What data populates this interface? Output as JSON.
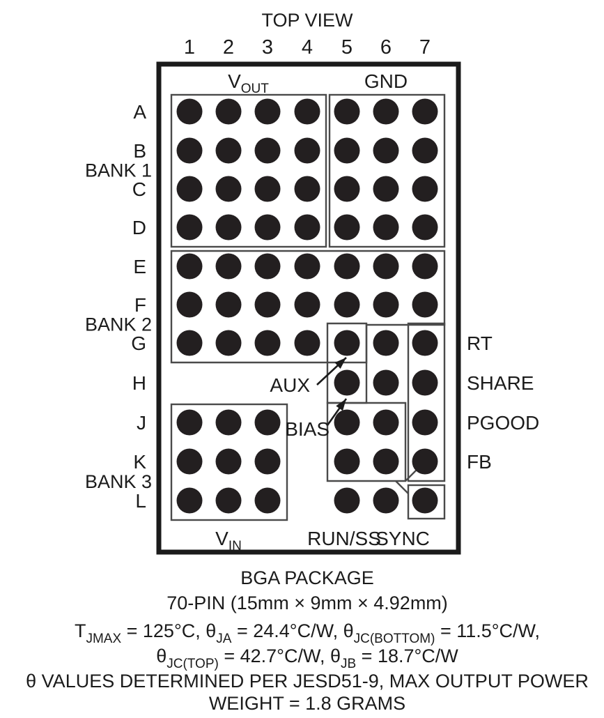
{
  "diagram": {
    "title": "TOP VIEW",
    "view_label": "TOP VIEW",
    "column_numbers": [
      "1",
      "2",
      "3",
      "4",
      "5",
      "6",
      "7"
    ],
    "row_letters": [
      "A",
      "B",
      "C",
      "D",
      "E",
      "F",
      "G",
      "H",
      "J",
      "K",
      "L"
    ],
    "bank_labels": [
      {
        "name": "bank-1",
        "text": "BANK 1"
      },
      {
        "name": "bank-2",
        "text": "BANK 2"
      },
      {
        "name": "bank-3",
        "text": "BANK 3"
      }
    ],
    "top_nets": [
      {
        "name": "vout",
        "base": "V",
        "sub": "OUT"
      },
      {
        "name": "gnd",
        "base": "GND",
        "sub": ""
      }
    ],
    "bottom_nets": [
      {
        "name": "vin",
        "base": "V",
        "sub": "IN"
      },
      {
        "name": "run-ss",
        "base": "RUN/SS",
        "sub": ""
      },
      {
        "name": "sync",
        "base": "SYNC",
        "sub": ""
      }
    ],
    "right_nets": [
      {
        "name": "rt",
        "text": "RT",
        "row": "G"
      },
      {
        "name": "share",
        "text": "SHARE",
        "row": "H"
      },
      {
        "name": "pgood",
        "text": "PGOOD",
        "row": "J"
      },
      {
        "name": "fb",
        "text": "FB",
        "row": "K"
      }
    ],
    "callouts": [
      {
        "name": "aux",
        "text": "AUX",
        "target_ball": "G5"
      },
      {
        "name": "bias",
        "text": "BIAS",
        "target_ball": "H5"
      }
    ],
    "colors": {
      "ball": "#231f20",
      "frame": "#1b1b1b",
      "group_box": "#4a4a4a",
      "background": "#ffffff"
    }
  },
  "footer": {
    "line1": "BGA PACKAGE",
    "line2": "70-PIN (15mm × 9mm × 4.92mm)",
    "line3_parts": [
      {
        "base": "T",
        "sub": "JMAX",
        "tail": " = 125°C, "
      },
      {
        "base": "θ",
        "sub": "JA",
        "tail": " = 24.4°C/W, "
      },
      {
        "base": "θ",
        "sub": "JC(BOTTOM)",
        "tail": " = 11.5°C/W,"
      }
    ],
    "line4_parts": [
      {
        "base": "θ",
        "sub": "JC(TOP)",
        "tail": " = 42.7°C/W, "
      },
      {
        "base": "θ",
        "sub": "JB",
        "tail": " = 18.7°C/W"
      }
    ],
    "line5": "θ VALUES DETERMINED PER JESD51-9, MAX OUTPUT POWER",
    "line6": "WEIGHT = 1.8 GRAMS"
  },
  "balls": {
    "present": [
      "A1",
      "A2",
      "A3",
      "A4",
      "A5",
      "A6",
      "A7",
      "B1",
      "B2",
      "B3",
      "B4",
      "B5",
      "B6",
      "B7",
      "C1",
      "C2",
      "C3",
      "C4",
      "C5",
      "C6",
      "C7",
      "D1",
      "D2",
      "D3",
      "D4",
      "D5",
      "D6",
      "D7",
      "E1",
      "E2",
      "E3",
      "E4",
      "E5",
      "E6",
      "E7",
      "F1",
      "F2",
      "F3",
      "F4",
      "F5",
      "F6",
      "F7",
      "G1",
      "G2",
      "G3",
      "G4",
      "G5",
      "G6",
      "G7",
      "H5",
      "H6",
      "H7",
      "J1",
      "J2",
      "J3",
      "J5",
      "J6",
      "J7",
      "K1",
      "K2",
      "K3",
      "K5",
      "K6",
      "K7",
      "L1",
      "L2",
      "L3",
      "L5",
      "L6",
      "L7"
    ],
    "total_count": "70"
  }
}
